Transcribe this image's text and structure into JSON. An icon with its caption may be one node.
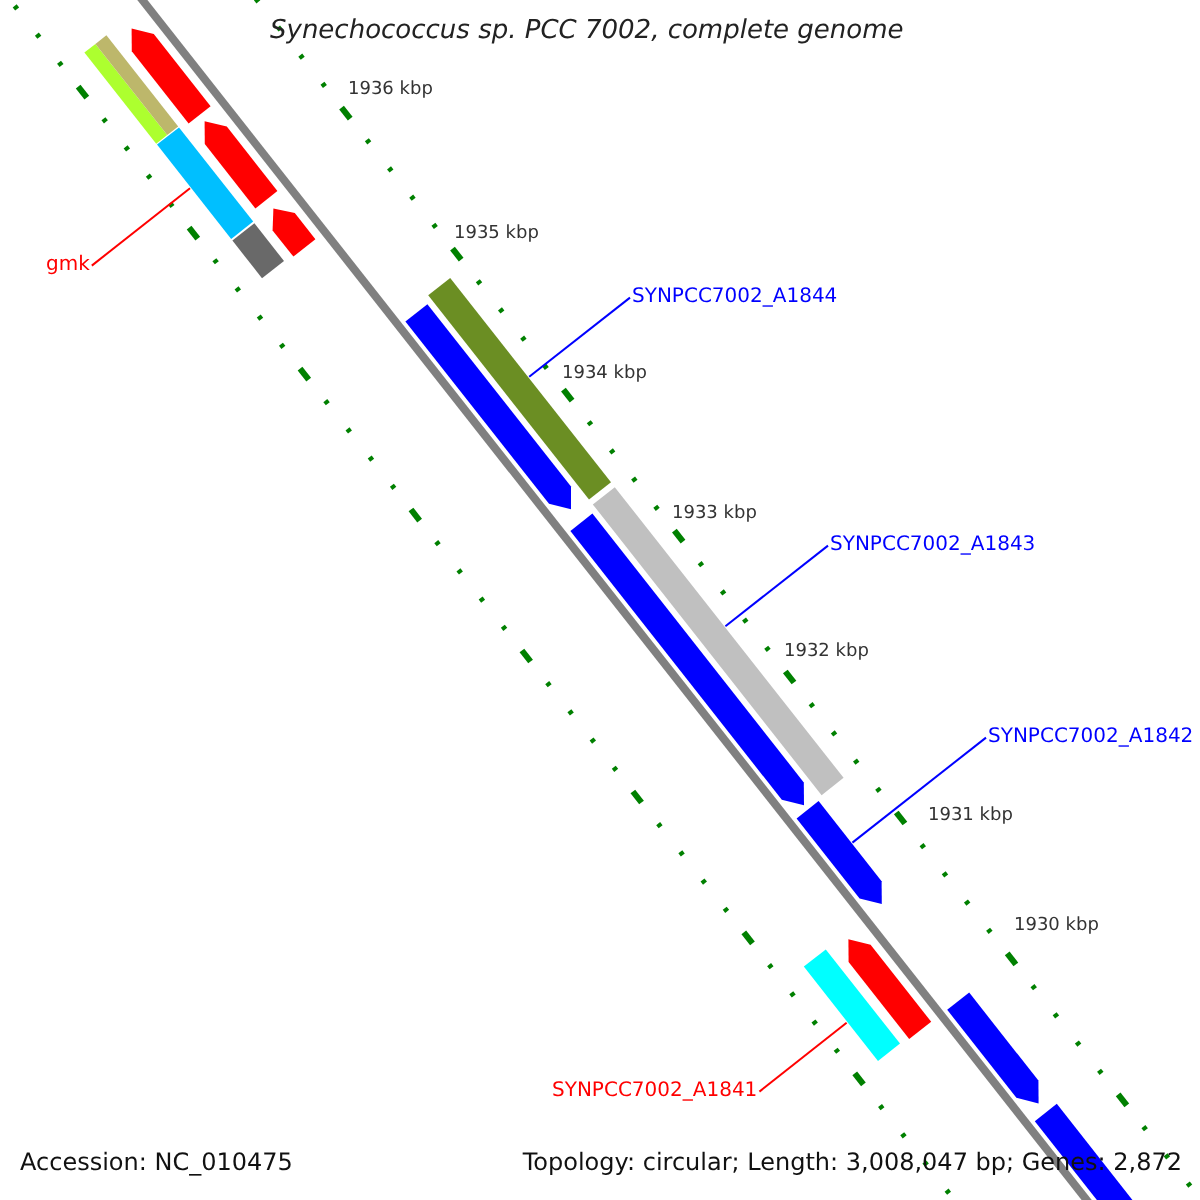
{
  "diagram": {
    "title": "Synechococcus sp. PCC 7002, complete genome",
    "nodes": [
      {
        "text": [
          "gmk"
        ]
      },
      {
        "text": [
          "SYNPCC7002_A1844"
        ]
      },
      {
        "text": [
          "SYNPCC7002_A1843"
        ]
      },
      {
        "text": [
          "SYNPCC7002_A1842"
        ]
      },
      {
        "text": [
          "SYNPCC7002_A1841"
        ]
      },
      {
        "text": [],
        "shape": "bar"
      },
      {
        "text": [],
        "shape": "bar"
      },
      {
        "text": [],
        "shape": "arrow"
      },
      {
        "text": [],
        "shape": "bar"
      },
      {
        "text": [],
        "shape": "arrow"
      },
      {
        "text": [],
        "shape": "bar"
      },
      {
        "text": [],
        "shape": "arrow"
      },
      {
        "text": [],
        "shape": "bar"
      },
      {
        "text": [],
        "shape": "arrow"
      },
      {
        "text": [],
        "shape": "bar"
      },
      {
        "text": [],
        "shape": "arrow"
      },
      {
        "text": [],
        "shape": "arrow"
      },
      {
        "text": [],
        "shape": "bar"
      },
      {
        "text": [],
        "shape": "arrow"
      },
      {
        "text": [],
        "shape": "arrow"
      },
      {
        "text": [],
        "shape": "arrow"
      }
    ],
    "edges": [
      {
        "from": 0,
        "to": 8,
        "arrow": "none",
        "color": "#ff0000"
      },
      {
        "from": 1,
        "to": 12,
        "arrow": "none"
      },
      {
        "from": 2,
        "to": 14,
        "arrow": "none"
      },
      {
        "from": 3,
        "to": 16,
        "arrow": "none"
      },
      {
        "from": 4,
        "to": 17,
        "arrow": "none",
        "color": "#ff0000"
      }
    ],
    "labels": [
      "1936 kbp",
      "1935 kbp",
      "1934 kbp",
      "1933 kbp",
      "1932 kbp",
      "1931 kbp",
      "1930 kbp",
      "Accession: NC_010475",
      "Topology: circular; Length: 3,008,047 bp; Genes: 2,872"
    ]
  }
}
